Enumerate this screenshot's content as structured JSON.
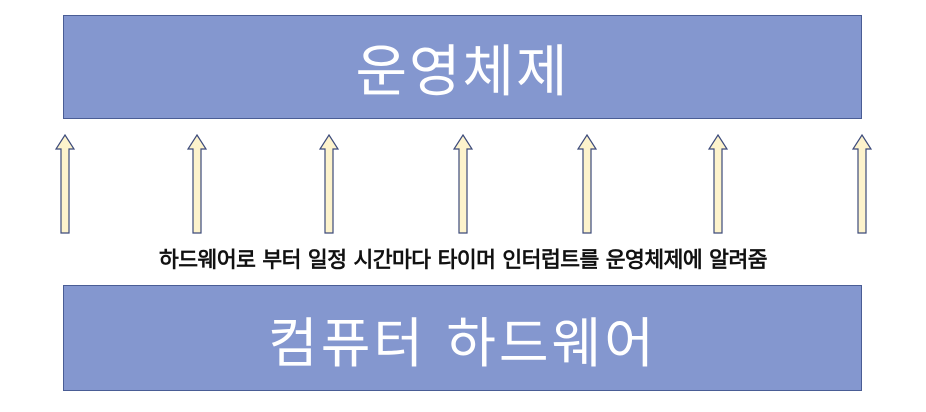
{
  "diagram": {
    "top_box_label": "운영체제",
    "bottom_box_label": "컴퓨터 하드웨어",
    "caption": "하드웨어로 부터 일정 시간마다 타이머 인터럽트를 운영체제에 알려줌",
    "arrow_count": 7,
    "colors": {
      "box_fill": "#8497cf",
      "box_border": "#4a5d95",
      "box_text": "#ffffff",
      "arrow_fill": "#fdf3cc",
      "arrow_stroke": "#3c4a7a"
    }
  }
}
